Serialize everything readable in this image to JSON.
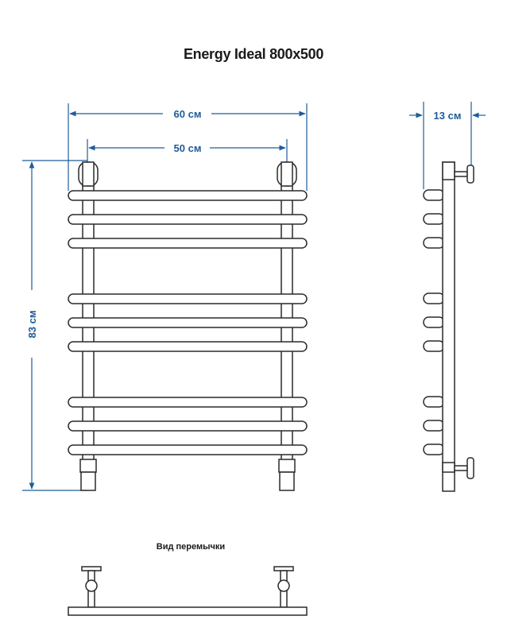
{
  "title": "Energy Ideal 800x500",
  "dimensions": {
    "total_width": "60 см",
    "center_distance": "50 см",
    "height": "83 см",
    "depth": "13 см"
  },
  "jumper_view_label": "Вид перемычки",
  "colors": {
    "dimension": "#1f5c99",
    "stroke": "#2a2a2a",
    "fill": "#ffffff"
  }
}
